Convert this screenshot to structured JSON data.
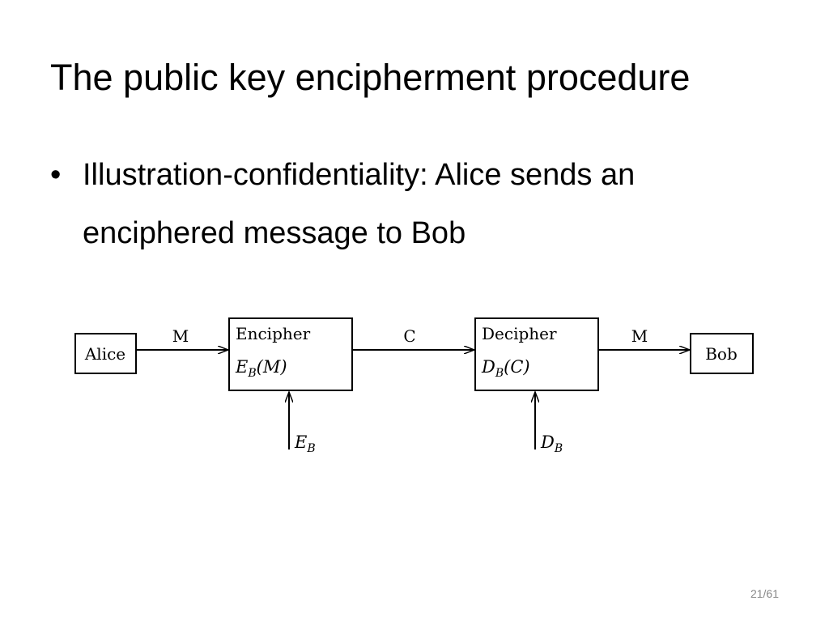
{
  "slide": {
    "title": "The public key encipherment procedure",
    "bullet": {
      "line1": "Illustration-confidentiality: Alice sends an",
      "line2": "enciphered message to Bob"
    },
    "page_number": "21/61"
  },
  "diagram": {
    "nodes": {
      "alice": "Alice",
      "encipher": {
        "title": "Encipher",
        "func": "E",
        "sub": "B",
        "arg": "(M)"
      },
      "decipher": {
        "title": "Decipher",
        "func": "D",
        "sub": "B",
        "arg": "(C)"
      },
      "bob": "Bob"
    },
    "edges": {
      "alice_to_encipher": "M",
      "encipher_to_decipher": "C",
      "decipher_to_bob": "M"
    },
    "key_inputs": {
      "encipher_key": {
        "letter": "E",
        "sub": "B"
      },
      "decipher_key": {
        "letter": "D",
        "sub": "B"
      }
    }
  }
}
